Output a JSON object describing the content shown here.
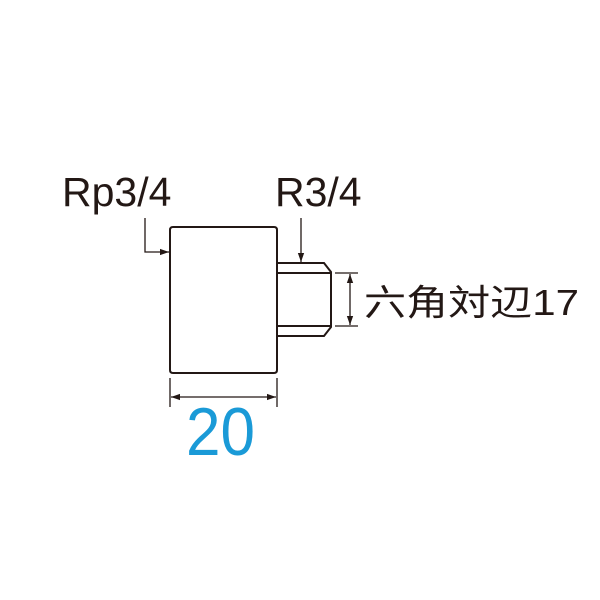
{
  "labels": {
    "inlet_thread": "Rp3/4",
    "outlet_thread": "R3/4",
    "hex_across_flats": "六角対辺17",
    "length_dim": "20"
  },
  "colors": {
    "line": "#231815",
    "dimension_value": "#1a9ad7"
  }
}
